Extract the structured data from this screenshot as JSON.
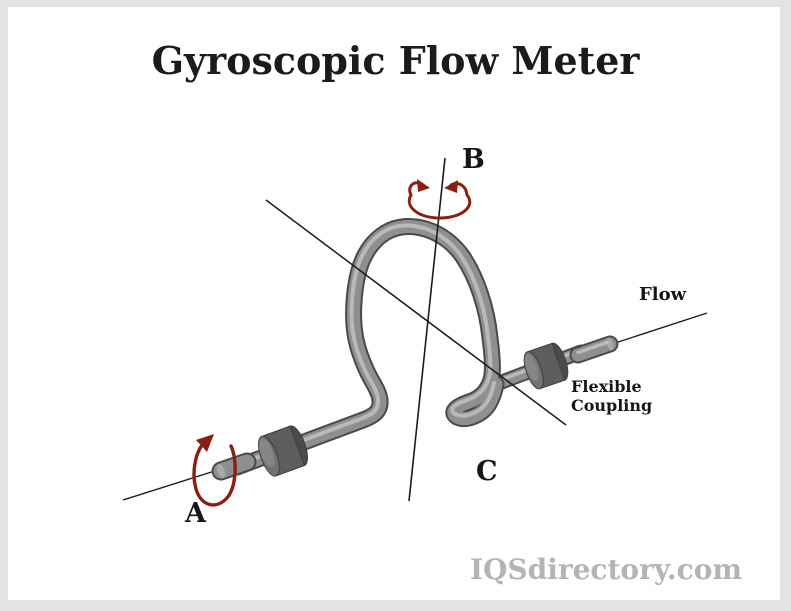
{
  "title": "Gyroscopic Flow Meter",
  "watermark": "IQSdirectory.com",
  "diagram": {
    "labels": {
      "axis_a": "A",
      "axis_b": "B",
      "axis_c": "C",
      "flow": "Flow",
      "flexible_coupling": "Flexible Coupling"
    }
  },
  "colors": {
    "frame": "#e3e3e3",
    "paper": "#ffffff",
    "label_text": "#161616",
    "axis_line": "#1c1c1c",
    "rotation_arrow": "#8b1e12",
    "tube_outline": "#4a4a4a",
    "tube_body": "#8f8f8f",
    "tube_highlight": "#c3c3c3",
    "tube_endface": "#a8a8a8",
    "coupling_mid": "#5d5d5d",
    "coupling_dark": "#4b4b4b",
    "coupling_face": "#737373",
    "coupling_sheen": "#868686",
    "watermark_text": "#b4b4b4"
  }
}
